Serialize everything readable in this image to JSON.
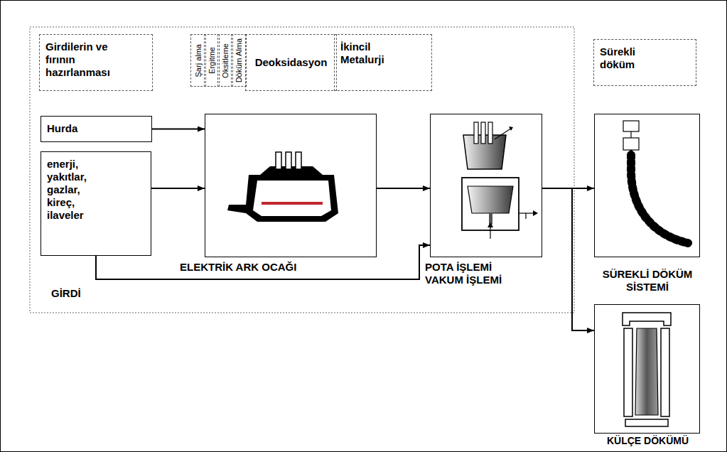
{
  "diagram": {
    "nodes": [
      {
        "text": [
          "Girdilerin ve fırının hazırlanması"
        ]
      },
      {
        "text": [
          "Şarj alma"
        ]
      },
      {
        "text": [
          "Ergitme"
        ]
      },
      {
        "text": [
          "Oksitleme"
        ]
      },
      {
        "text": [
          "Döküm Alma"
        ]
      },
      {
        "text": [
          "Deoksidasyon"
        ]
      },
      {
        "text": [
          "İkincil Metalurji"
        ]
      },
      {
        "text": [
          "Sürekli döküm"
        ]
      },
      {
        "text": [
          "Hurda"
        ]
      },
      {
        "text": [
          "enerji, yakıtlar, gazlar, kireç, ilaveler"
        ]
      },
      {
        "text": [
          "ELEKTRİK ARK OCAĞI"
        ]
      },
      {
        "text": [
          "POTA İŞLEMİ VAKUM İŞLEMİ"
        ]
      },
      {
        "text": [
          "SÜREKLİ DÖKÜM SİSTEMİ"
        ]
      },
      {
        "text": [
          "KÜLÇE DÖKÜMÜ"
        ]
      }
    ],
    "edges": [
      {
        "from": 8,
        "to": 10,
        "arrow": "to"
      },
      {
        "from": 9,
        "to": 10,
        "arrow": "to"
      },
      {
        "from": 9,
        "to": 11,
        "arrow": "to"
      },
      {
        "from": 10,
        "to": 11,
        "arrow": "to"
      },
      {
        "from": 11,
        "to": 12,
        "arrow": "to"
      },
      {
        "from": 11,
        "to": 13,
        "arrow": "to"
      }
    ],
    "labels": [
      "GİRDİ"
    ]
  }
}
